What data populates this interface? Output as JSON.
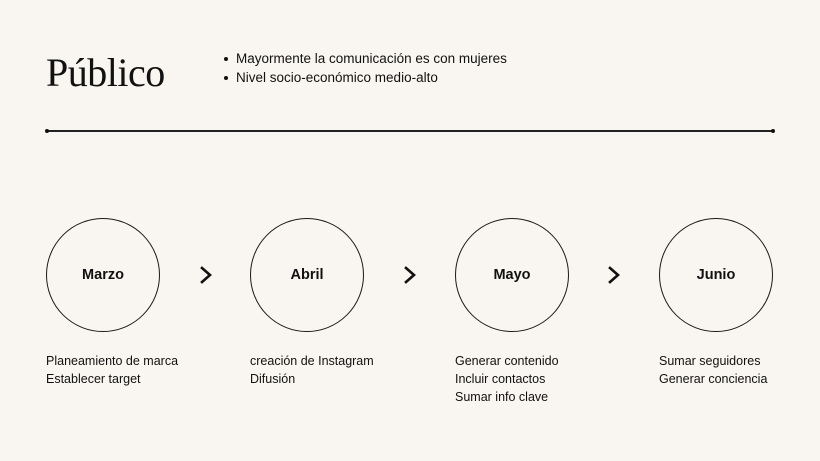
{
  "header": {
    "title": "Público",
    "bullets": [
      "Mayormente la comunicación es con mujeres",
      "Nivel socio-económico medio-alto"
    ]
  },
  "timeline": {
    "steps": [
      {
        "month": "Marzo",
        "items": [
          "Planeamiento de marca",
          "Establecer target"
        ]
      },
      {
        "month": "Abril",
        "items": [
          "creación de Instagram",
          "Difusión"
        ]
      },
      {
        "month": "Mayo",
        "items": [
          "Generar contenido",
          "Incluir contactos",
          "Sumar info clave"
        ]
      },
      {
        "month": "Junio",
        "items": [
          "Sumar seguidores",
          "Generar conciencia"
        ]
      }
    ],
    "arrow_icon": "chevron-right-icon"
  },
  "colors": {
    "background": "#f9f6f1",
    "ink": "#111111"
  }
}
